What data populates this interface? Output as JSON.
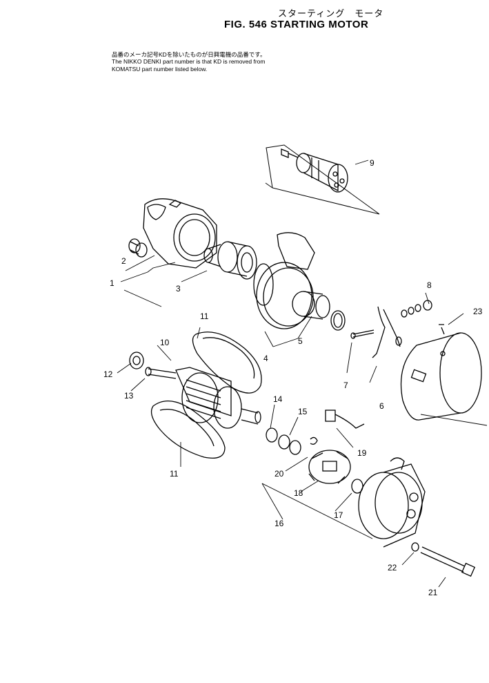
{
  "header": {
    "title_jp": "スターティング　モータ",
    "title": "FIG. 546   STARTING MOTOR"
  },
  "notes": {
    "line_jp": "品番のメーカ記号KDを除いたものが日興電機の品番です。",
    "line1": "The NIKKO DENKI part number is that KD is removed from",
    "line2": "KOMATSU part number listed below."
  },
  "callouts": [
    "1",
    "2",
    "3",
    "4",
    "5",
    "6",
    "7",
    "8",
    "9",
    "10",
    "11",
    "11",
    "12",
    "13",
    "14",
    "15",
    "16",
    "17",
    "18",
    "19",
    "20",
    "21",
    "22",
    "23"
  ]
}
